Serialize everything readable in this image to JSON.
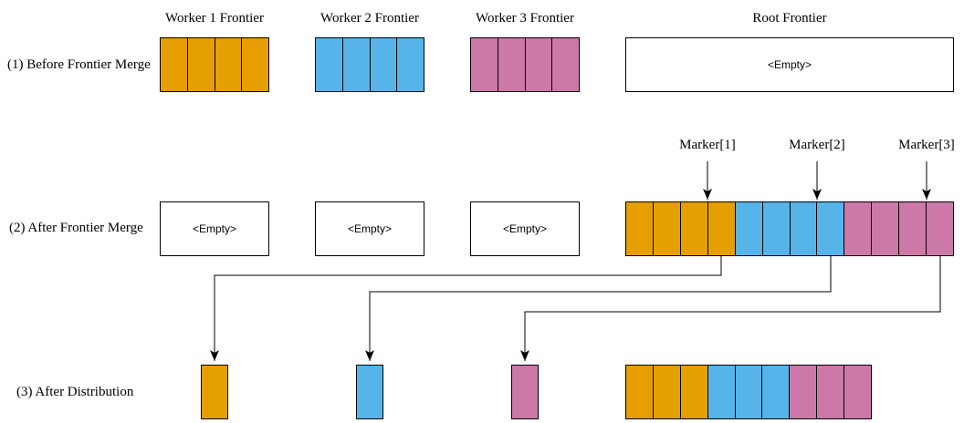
{
  "palette": {
    "worker1": "#E69F00",
    "worker2": "#56B4E9",
    "worker3": "#CC79A7",
    "stroke": "#000000"
  },
  "empty_text": "<Empty>",
  "row1": {
    "label": "(1) Before Frontier Merge",
    "titles": {
      "worker1": "Worker 1 Frontier",
      "worker2": "Worker 2 Frontier",
      "worker3": "Worker 3 Frontier",
      "root": "Root Frontier"
    },
    "boxes": {
      "worker1": {
        "color": "worker1",
        "cells": 4
      },
      "worker2": {
        "color": "worker2",
        "cells": 4
      },
      "worker3": {
        "color": "worker3",
        "cells": 4
      }
    }
  },
  "row2": {
    "label": "(2) After Frontier Merge",
    "markers": [
      {
        "label": "Marker[1]"
      },
      {
        "label": "Marker[2]"
      },
      {
        "label": "Marker[3]"
      }
    ],
    "merged": {
      "segments": [
        {
          "color": "worker1",
          "cells": 4
        },
        {
          "color": "worker2",
          "cells": 4
        },
        {
          "color": "worker3",
          "cells": 4
        }
      ]
    }
  },
  "row3": {
    "label": "(3) After Distribution",
    "singles": {
      "worker1": {
        "color": "worker1",
        "cells": 1
      },
      "worker2": {
        "color": "worker2",
        "cells": 1
      },
      "worker3": {
        "color": "worker3",
        "cells": 1
      }
    },
    "root": {
      "segments": [
        {
          "color": "worker1",
          "cells": 3
        },
        {
          "color": "worker2",
          "cells": 3
        },
        {
          "color": "worker3",
          "cells": 3
        }
      ]
    }
  }
}
